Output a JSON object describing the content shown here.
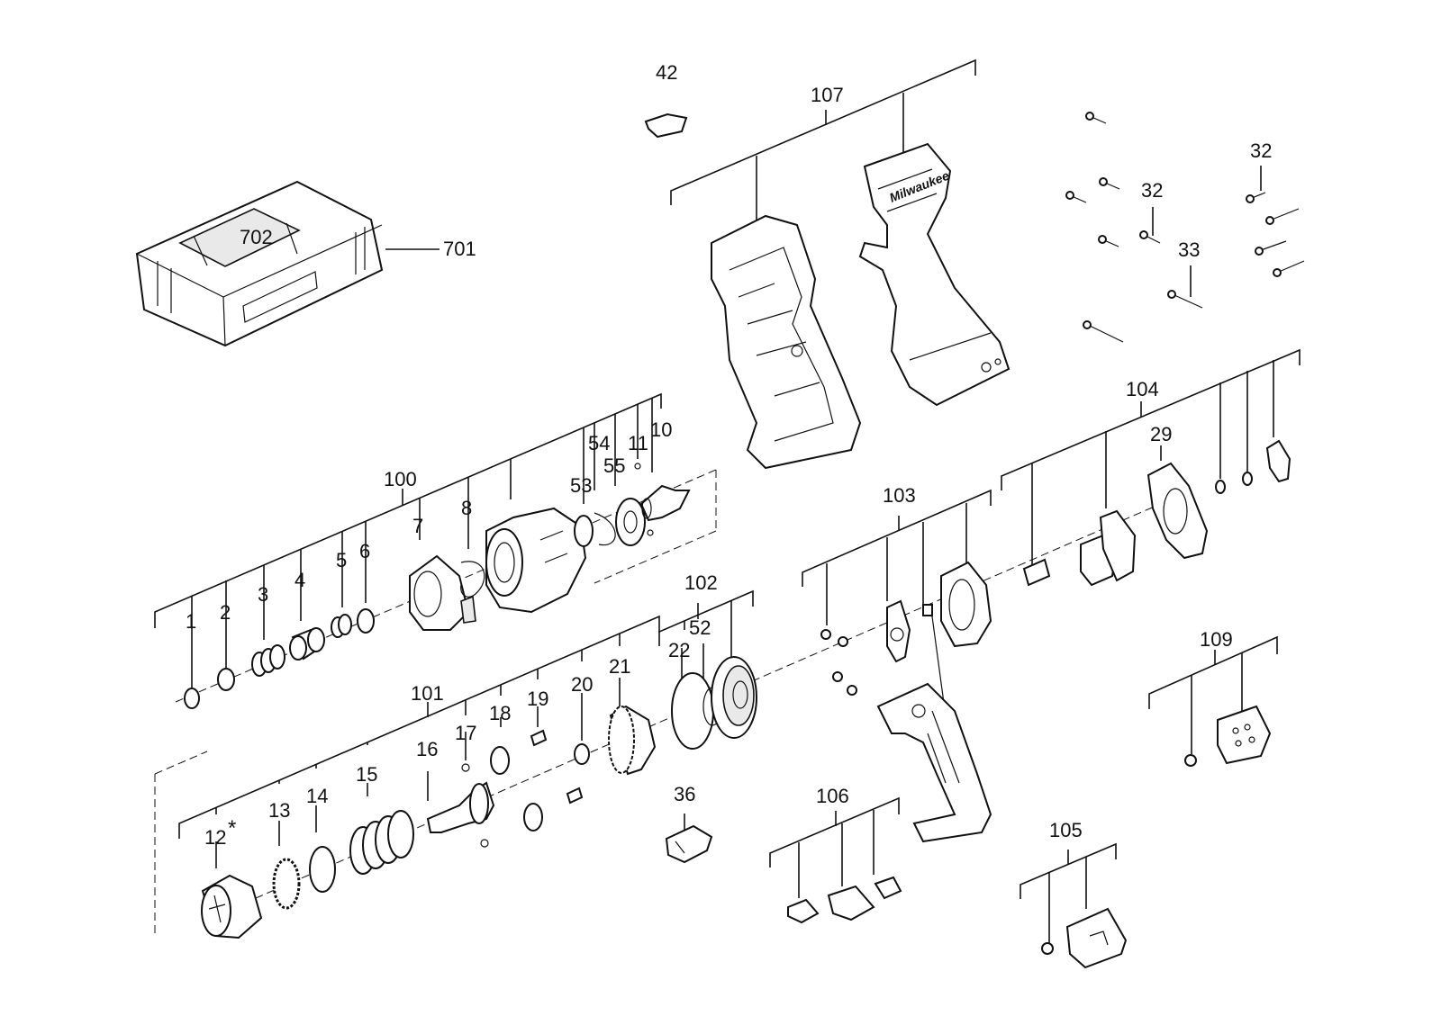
{
  "labels": {
    "p1": "1",
    "p2": "2",
    "p3": "3",
    "p4": "4",
    "p5": "5",
    "p6": "6",
    "p7": "7",
    "p8": "8",
    "p10": "10",
    "p11": "11",
    "p12": "12",
    "p12_star": "*",
    "p13": "13",
    "p14": "14",
    "p15": "15",
    "p16": "16",
    "p17": "17",
    "p18": "18",
    "p19": "19",
    "p20": "20",
    "p21": "21",
    "p22": "22",
    "p29": "29",
    "p32a": "32",
    "p32b": "32",
    "p33": "33",
    "p36": "36",
    "p42": "42",
    "p52": "52",
    "p53": "53",
    "p54": "54",
    "p55": "55",
    "p100": "100",
    "p101": "101",
    "p102": "102",
    "p103": "103",
    "p104": "104",
    "p105": "105",
    "p106": "106",
    "p107": "107",
    "p109": "109",
    "p701": "701",
    "p702": "702"
  },
  "housing_brand": "Milwaukee"
}
